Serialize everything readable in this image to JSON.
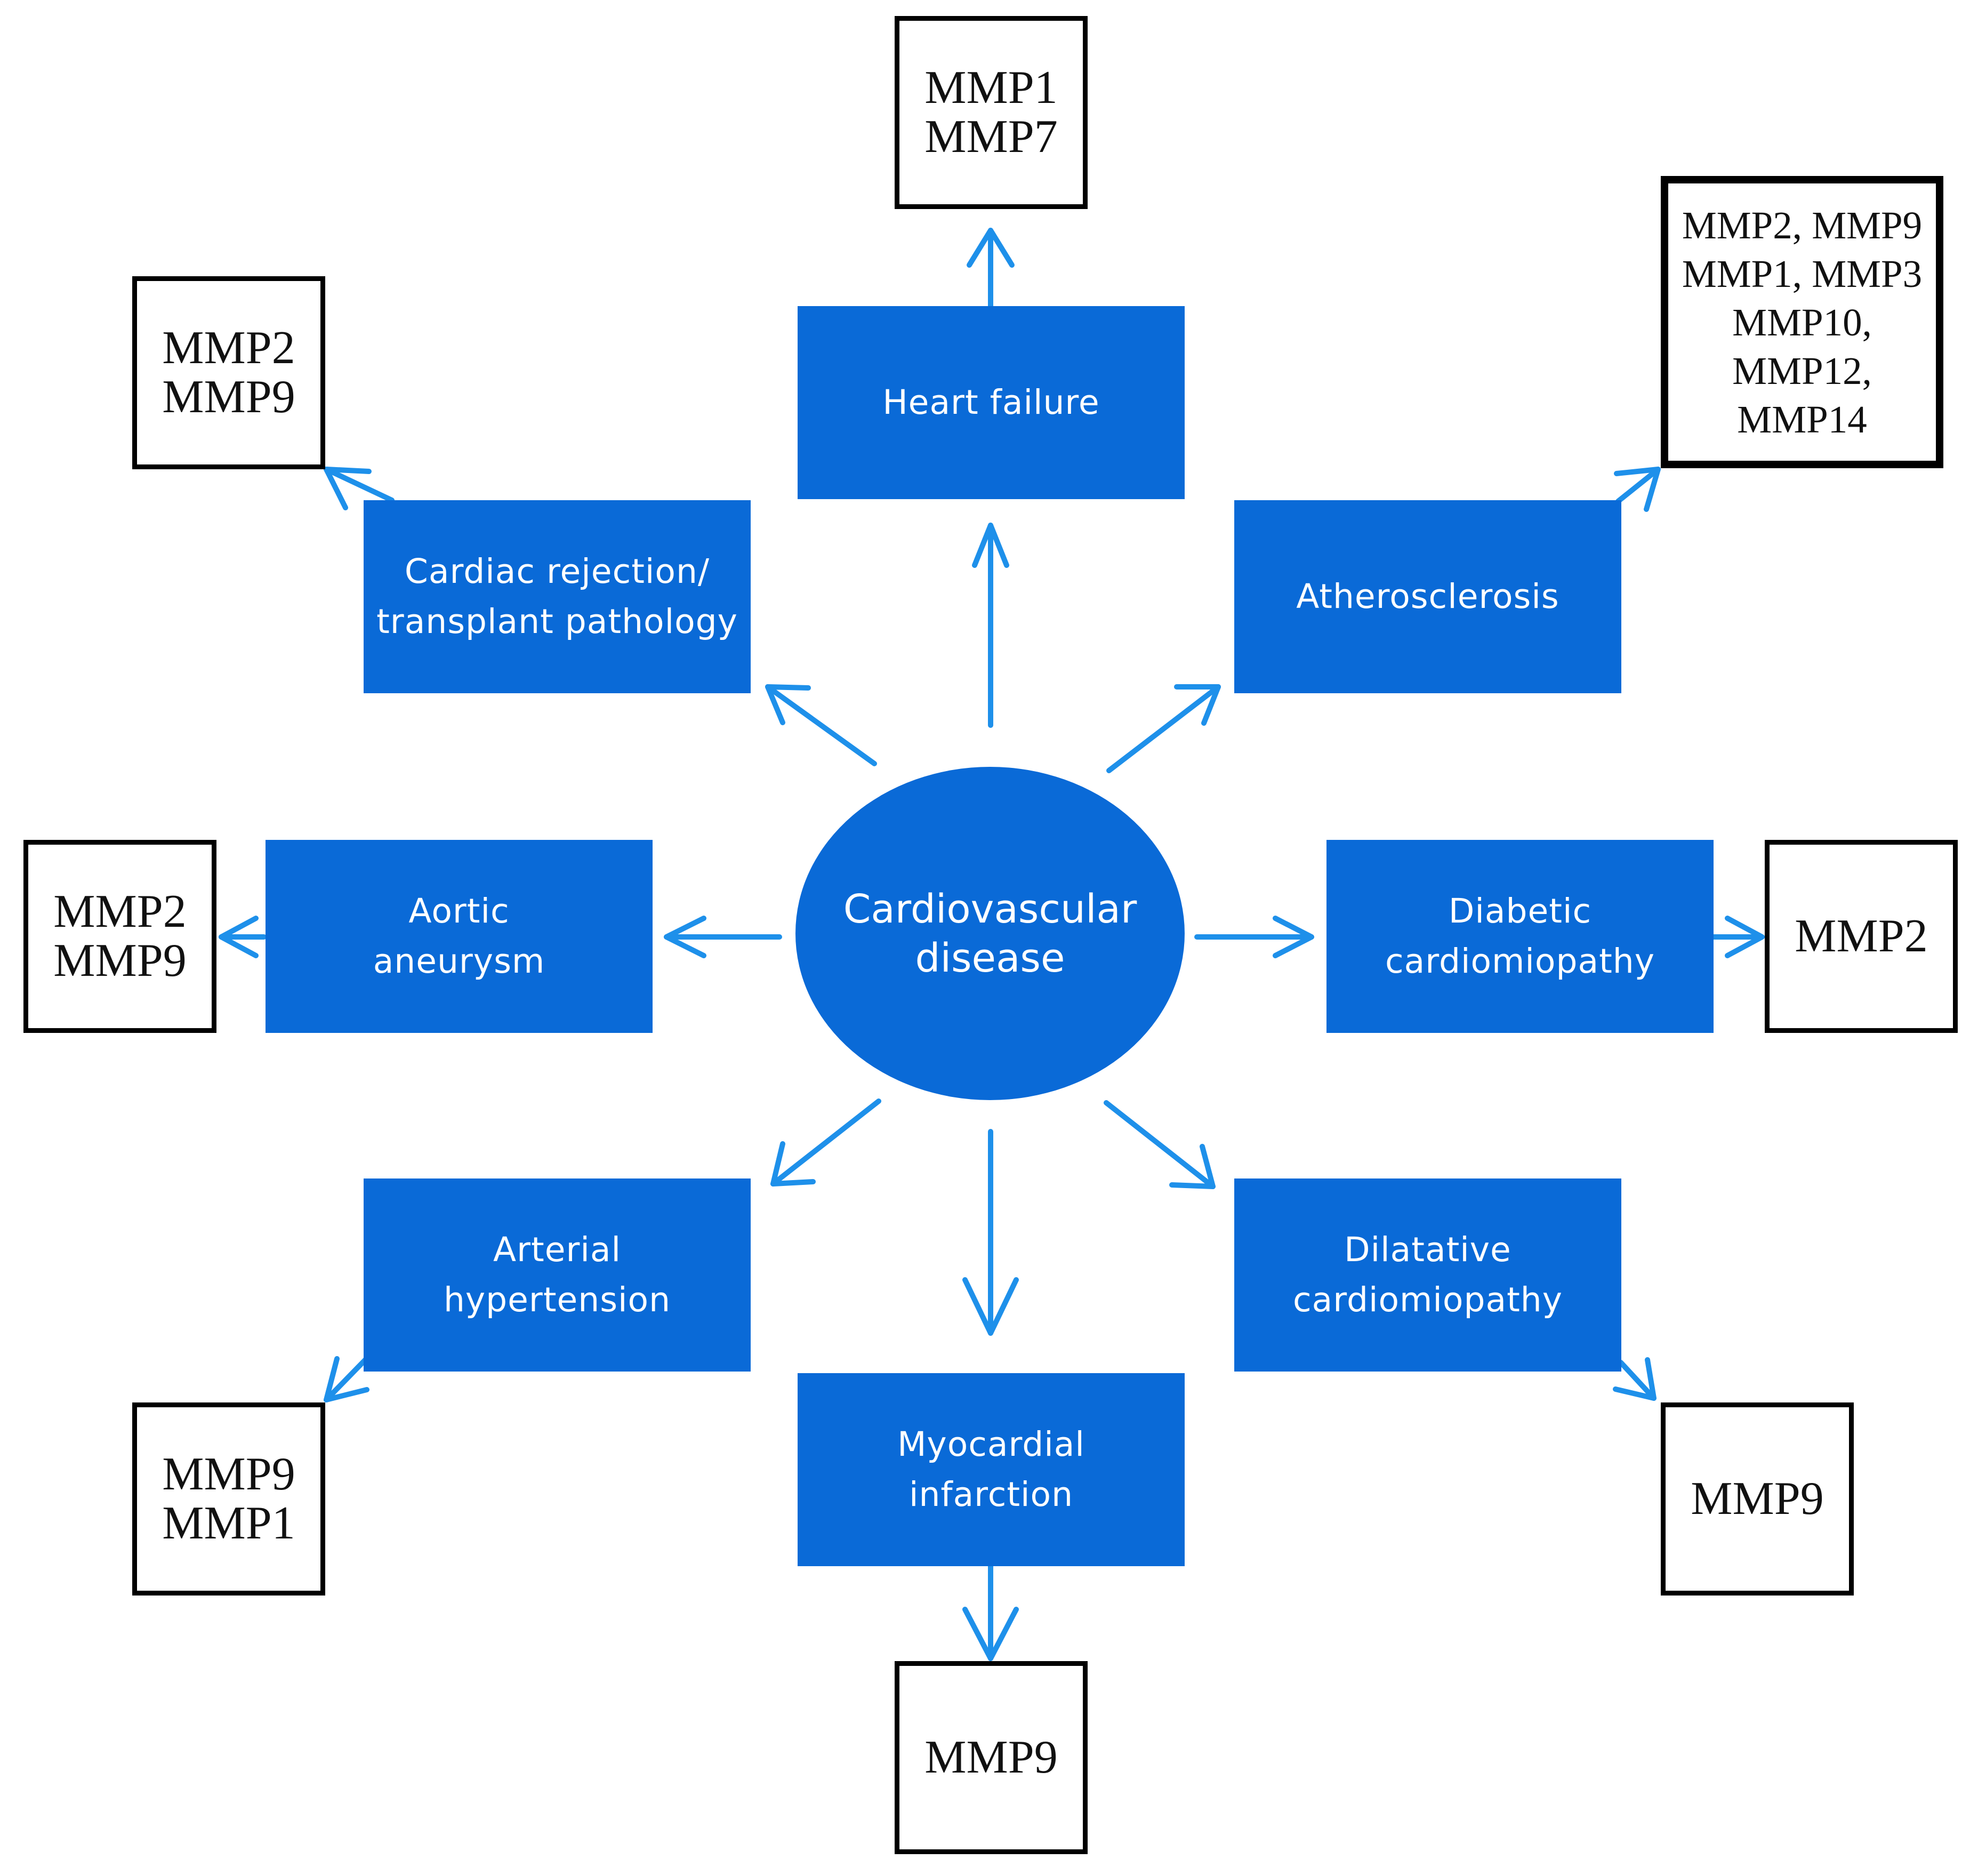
{
  "center": {
    "label": "Cardiovascular\ndisease"
  },
  "diseases": {
    "heart_failure": {
      "label": "Heart failure",
      "mmps": "MMP1\nMMP7"
    },
    "cardiac_rejection": {
      "label": "Cardiac rejection/\ntransplant pathology",
      "mmps": "MMP2\nMMP9"
    },
    "atherosclerosis": {
      "label": "Atherosclerosis",
      "mmps": "MMP2, MMP9\nMMP1, MMP3\nMMP10,\nMMP12,\nMMP14"
    },
    "aortic_aneurysm": {
      "label": "Aortic\naneurysm",
      "mmps": "MMP2\nMMP9"
    },
    "diabetic_cardiomyopathy": {
      "label": "Diabetic\ncardiomiopathy",
      "mmps": "MMP2"
    },
    "arterial_hypertension": {
      "label": "Arterial\nhypertension",
      "mmps": "MMP9\nMMP1"
    },
    "dilatative_cardiomyopathy": {
      "label": "Dilatative\ncardiomiopathy",
      "mmps": "MMP9"
    },
    "myocardial_infarction": {
      "label": "Myocardial\ninfarction",
      "mmps": "MMP9"
    }
  },
  "colors": {
    "box_fill": "#0a6ad7",
    "arrow": "#1e90ea",
    "border": "#000000"
  }
}
